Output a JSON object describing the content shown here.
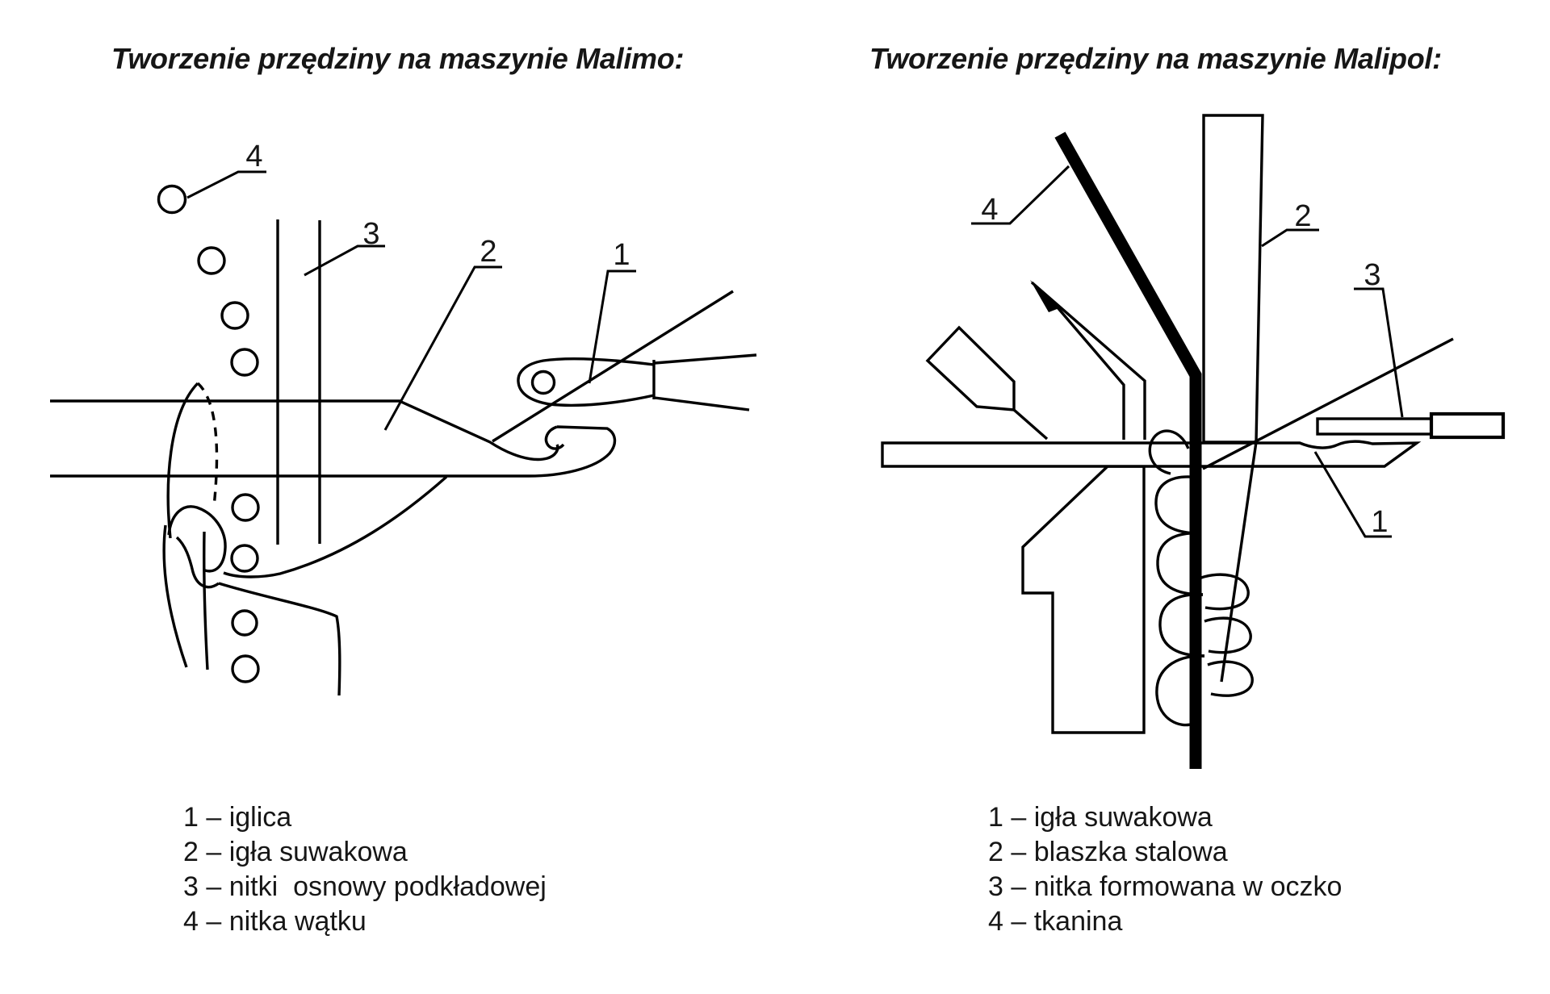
{
  "page": {
    "background": "#ffffff",
    "ink": "#000000",
    "text_color": "#161616"
  },
  "panels": {
    "left": {
      "title": "Tworzenie przędziny na maszynie Malimo:",
      "legend": [
        "1 – iglica",
        "2 – igła suwakowa",
        "3 – nitki  osnowy podkładowej",
        "4 – nitka wątku"
      ],
      "callouts": {
        "c1": "1",
        "c2": "2",
        "c3": "3",
        "c4": "4"
      }
    },
    "right": {
      "title": "Tworzenie przędziny na maszynie Malipol:",
      "legend": [
        "1 – igła suwakowa",
        "2 – blaszka stalowa",
        "3 – nitka formowana w oczko",
        "4 – tkanina"
      ],
      "callouts": {
        "c1": "1",
        "c2": "2",
        "c3": "3",
        "c4": "4"
      }
    }
  }
}
